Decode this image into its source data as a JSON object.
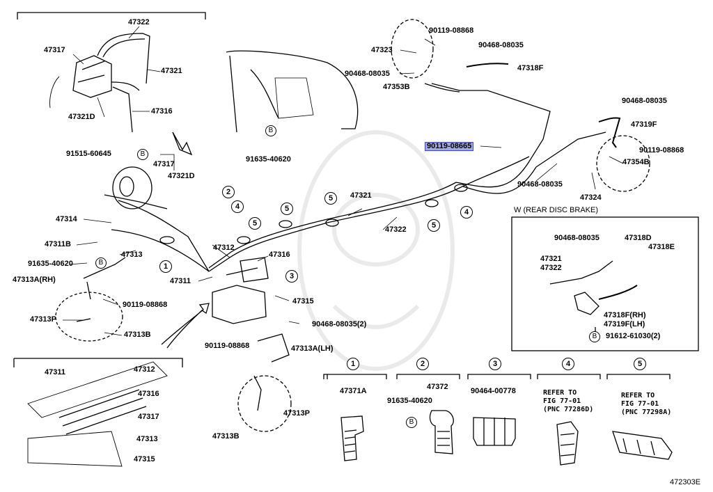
{
  "diagram_code": "472303E",
  "subtitle_rear_disc": "W (REAR DISC BRAKE)",
  "labels": {
    "p47322_top": "47322",
    "p47317_top": "47317",
    "p47321_top": "47321",
    "p47316_top": "47316",
    "p47321D_top": "47321D",
    "p91515": "91515-60645",
    "p47317_mid": "47317",
    "p47321D_mid": "47321D",
    "p47314": "47314",
    "p47311B": "47311B",
    "p47313": "47313",
    "p91635_left": "91635-40620",
    "p47313A_RH": "47313A(RH)",
    "p90119_left": "90119-08868",
    "p47313P_left": "47313P",
    "p47313B_left": "47313B",
    "p47312": "47312",
    "p47316_mid": "47316",
    "p47311_mid": "47311",
    "p47315_mid": "47315",
    "p90468_2": "90468-08035(2)",
    "p91635_body": "91635-40620",
    "p47321_line": "47321",
    "p47322_line": "47322",
    "p90119_top": "90119-08868",
    "p90468_top": "90468-08035",
    "p47323": "47323",
    "p90468_left": "90468-08035",
    "p47353B": "47353B",
    "p47318F": "47318F",
    "p90468_right": "90468-08035",
    "p47319F": "47319F",
    "p90119_hl": "90119-08665",
    "p90119_right": "90119-08868",
    "p47354B": "47354B",
    "p90468_lower": "90468-08035",
    "p47324": "47324",
    "w_90468": "90468-08035",
    "w_47318D": "47318D",
    "w_47318E": "47318E",
    "w_47321": "47321",
    "w_47322": "47322",
    "w_47318F": "47318F(RH)",
    "w_47319F": "47319F(LH)",
    "w_91612": "91612-61030(2)",
    "ins_47311": "47311",
    "ins_47312": "47312",
    "ins_47316": "47316",
    "ins_47317": "47317",
    "ins_47313": "47313",
    "ins_47315": "47315",
    "l_90119": "90119-08868",
    "l_47313A_LH": "47313A(LH)",
    "l_47313P": "47313P",
    "l_47313B": "47313B",
    "c1_part": "47371A",
    "c2_part": "47372",
    "c2_bolt": "91635-40620",
    "c3_part": "90464-00778",
    "c4_ref": "REFER TO\nFIG 77-01\n(PNC 77286D)",
    "c5_ref": "REFER TO\nFIG 77-01\n(PNC 77298A)"
  },
  "clip_numbers": [
    "1",
    "2",
    "3",
    "4",
    "5"
  ],
  "bolt_marker": "B"
}
